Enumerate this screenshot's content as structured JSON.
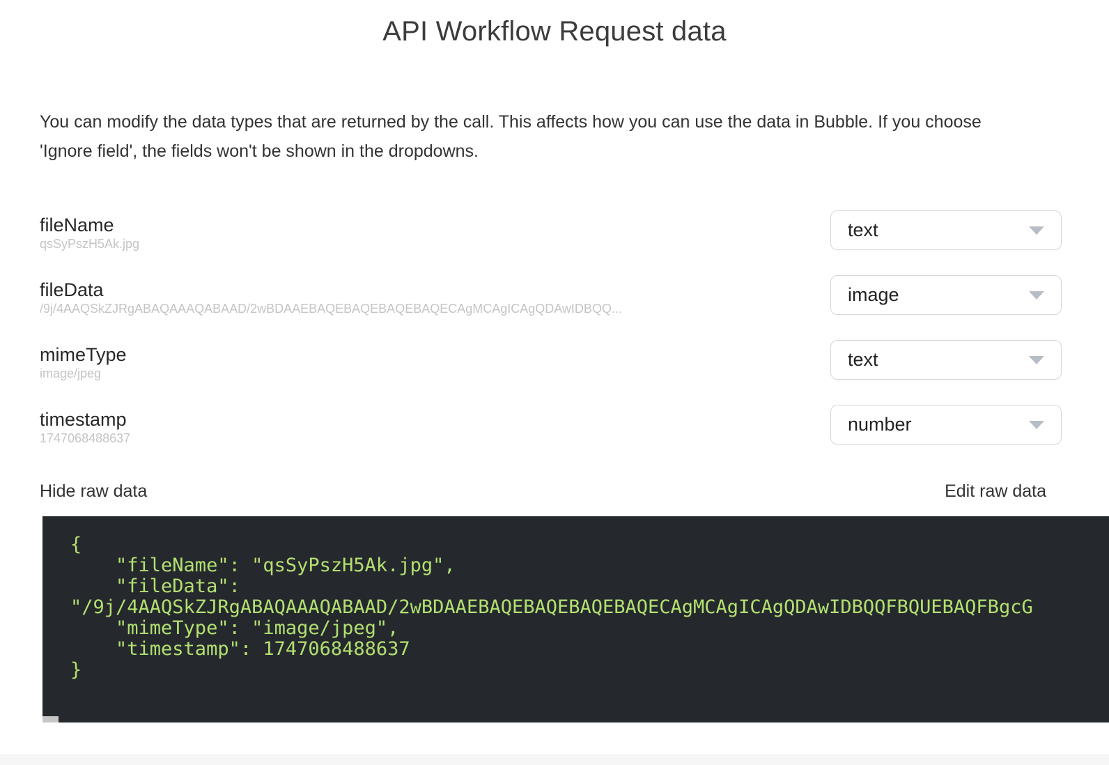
{
  "page": {
    "title": "API Workflow Request data",
    "description": "You can modify the data types that are returned by the call. This affects how you can use the data in Bubble. If you choose 'Ignore field', the fields won't be shown in the dropdowns."
  },
  "fields": [
    {
      "name": "fileName",
      "value": "qsSyPszH5Ak.jpg",
      "type": "text"
    },
    {
      "name": "fileData",
      "value": "/9j/4AAQSkZJRgABAQAAAQABAAD/2wBDAAEBAQEBAQEBAQEBAQECAgMCAgICAgQDAwIDBQQ...",
      "type": "image"
    },
    {
      "name": "mimeType",
      "value": "image/jpeg",
      "type": "text"
    },
    {
      "name": "timestamp",
      "value": "1747068488637",
      "type": "number"
    }
  ],
  "raw_data": {
    "hide_label": "Hide raw data",
    "edit_label": "Edit raw data",
    "lines": [
      "{",
      "    \"fileName\": \"qsSyPszH5Ak.jpg\",",
      "    \"fileData\":",
      "\"/9j/4AAQSkZJRgABAQAAAQABAAD/2wBDAAEBAQEBAQEBAQEBAQECAgMCAgICAgQDAwIDBQQFBQUEBAQFBgcG",
      "    \"mimeType\": \"image/jpeg\",",
      "    \"timestamp\": 1747068488637",
      "}"
    ]
  },
  "colors": {
    "code_background": "#25292d",
    "code_text": "#b3e071",
    "muted_value_text": "#c5c5c5",
    "dropdown_border": "#d6d6d6",
    "caret": "#b7bdc5"
  }
}
